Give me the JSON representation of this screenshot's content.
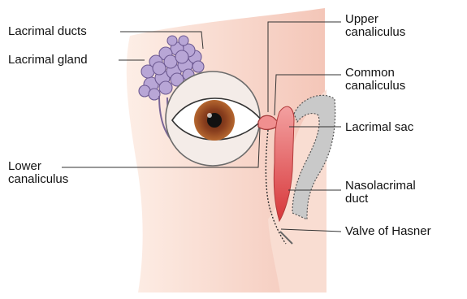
{
  "labels": {
    "lacrimal_ducts": "Lacrimal ducts",
    "lacrimal_gland": "Lacrimal gland",
    "lower_canaliculus": [
      "Lower",
      "canaliculus"
    ],
    "upper_canaliculus": [
      "Upper",
      "canaliculus"
    ],
    "common_canaliculus": [
      "Common",
      "canaliculus"
    ],
    "lacrimal_sac": "Lacrimal sac",
    "nasolacrimal_duct": [
      "Nasolacrimal",
      "duct"
    ],
    "valve_of_hasner": "Valve of Hasner"
  },
  "colors": {
    "skin_light": "#fdeee6",
    "skin": "#f6cfc2",
    "gland": "#b8a6d6",
    "gland_outline": "#6d5a92",
    "iris": "#8a3f1e",
    "sac": "#e06a6a",
    "canal": "#f08f8f",
    "nasal_gray": "#c9c9c9",
    "leader": "#333333"
  }
}
